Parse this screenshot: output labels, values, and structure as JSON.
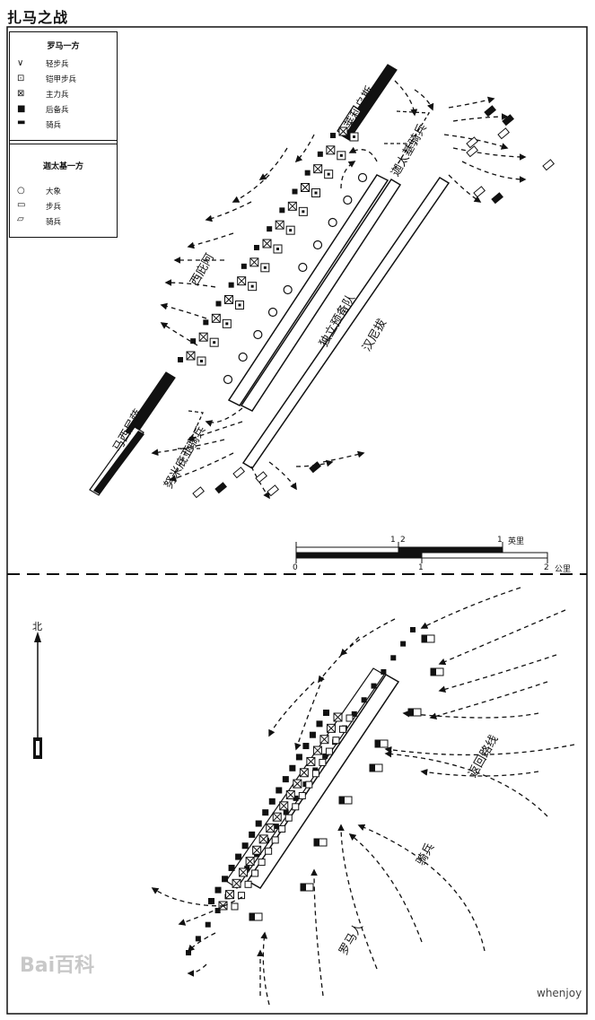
{
  "title": "扎马之战",
  "legend": {
    "roman_header": "罗马一方",
    "roman_items": [
      {
        "label": "轻步兵",
        "icon": "light-infantry-icon"
      },
      {
        "label": "铠甲步兵",
        "icon": "armored-infantry-icon"
      },
      {
        "label": "主力兵",
        "icon": "main-force-icon"
      },
      {
        "label": "后备兵",
        "icon": "reserve-icon"
      },
      {
        "label": "骑兵",
        "icon": "cavalry-icon"
      }
    ],
    "carthage_header": "迦太基一方",
    "carthage_items": [
      {
        "label": "大象",
        "icon": "elephant-icon"
      },
      {
        "label": "步兵",
        "icon": "infantry-icon"
      },
      {
        "label": "骑兵",
        "icon": "cavalry-icon"
      }
    ]
  },
  "labels": {
    "laelius": "莱利乌斯",
    "carthage_cavalry": "迦太基骑兵",
    "scipio": "西庇阿",
    "independent_reserve": "独立预备队",
    "hannibal": "汉尼拔",
    "masinissa": "马西尼萨",
    "numidian_cavalry": "努米底亚骑兵",
    "return_route": "返回路线",
    "cavalry": "骑兵",
    "romans": "罗马人"
  },
  "scale": {
    "miles_unit": "英里",
    "km_unit": "公里",
    "mile_ticks": [
      "1",
      "1",
      "2"
    ],
    "km_ticks": [
      "0",
      "1",
      "2"
    ]
  },
  "north": "北",
  "watermark": "Bai百科",
  "credit": "whenjoy"
}
